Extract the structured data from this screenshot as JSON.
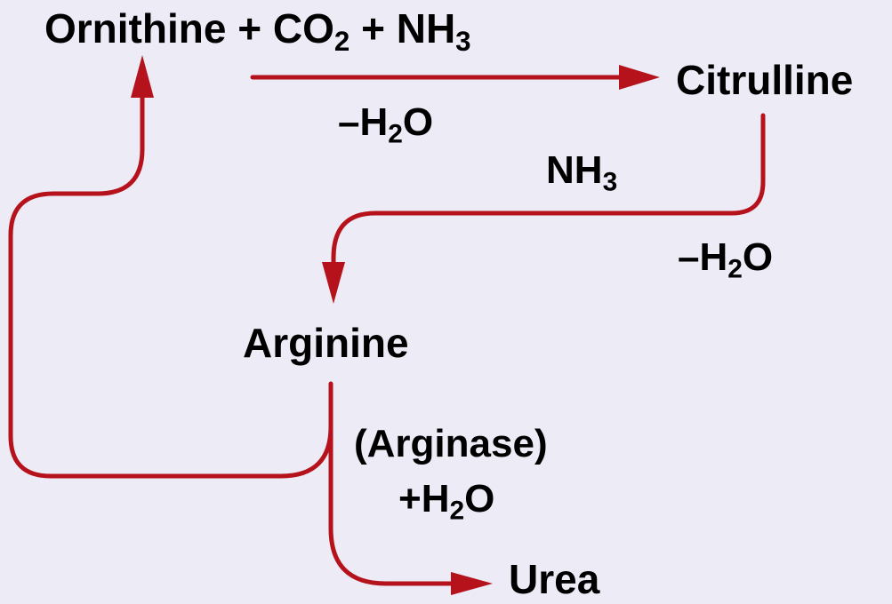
{
  "compounds": {
    "ornithine": "Ornithine",
    "plus1": "+",
    "co2_base": "CO",
    "co2_sub": "2",
    "plus2": "+",
    "nh3_base": "NH",
    "nh3_sub": "3",
    "citrulline": "Citrulline",
    "arginine": "Arginine",
    "urea": "Urea"
  },
  "conditions": {
    "step1_water": {
      "prefix": "–H",
      "sub": "2",
      "suffix": "O"
    },
    "step2_ammonia": {
      "base": "NH",
      "sub": "3"
    },
    "step2_water": {
      "prefix": "–H",
      "sub": "2",
      "suffix": "O"
    },
    "step3_enzyme": "(Arginase)",
    "step3_water": {
      "prefix": "+H",
      "sub": "2",
      "suffix": "O"
    }
  },
  "colors": {
    "arrow": "#b5121b",
    "text": "#000000",
    "background": "#ecebf6"
  }
}
